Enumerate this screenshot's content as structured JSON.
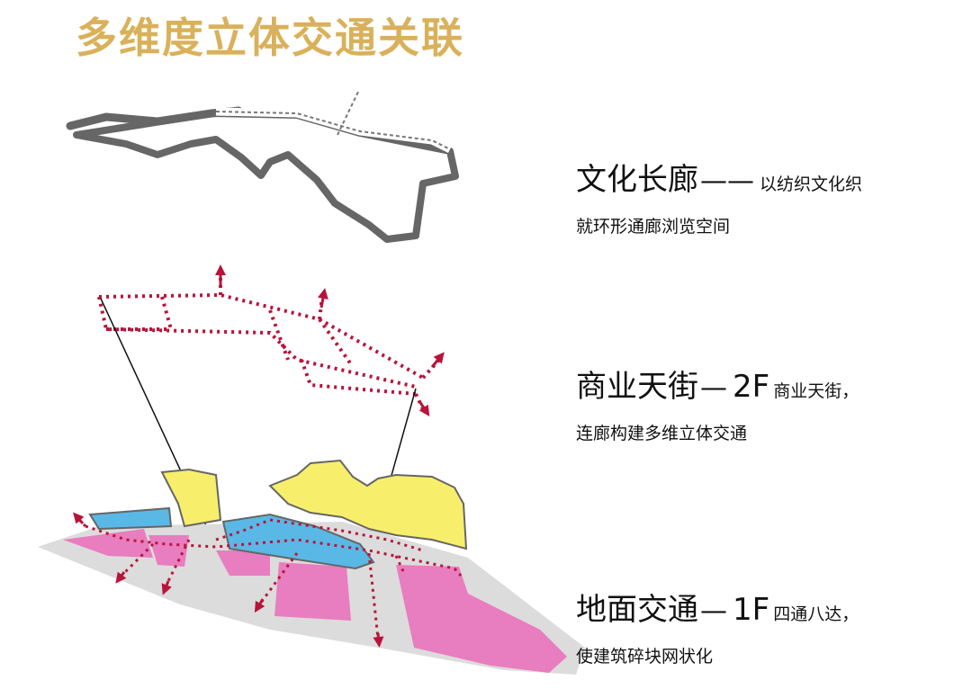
{
  "title": "多维度立体交通关联",
  "layers": [
    {
      "name": "文化长廊",
      "dash": "——",
      "floor": "",
      "desc_line1": "以纺织文化织",
      "desc_line2": "就环形通廊浏览空间"
    },
    {
      "name": "商业天街",
      "dash": "—",
      "floor": "2F",
      "desc_line1": "商业天街，",
      "desc_line2": "连廊构建多维立体交通"
    },
    {
      "name": "地面交通",
      "dash": "—",
      "floor": "1F",
      "desc_line1": "四通八达，",
      "desc_line2": "使建筑碎块网状化"
    }
  ],
  "colors": {
    "title": "#d9b15a",
    "loop": "#666666",
    "route_dots": "#b8143a",
    "ground_base": "#dcdcdc",
    "pink_blocks": "#e87dbf",
    "blue_blocks": "#5ab8e6",
    "yellow_blocks": "#f7ef6b"
  }
}
